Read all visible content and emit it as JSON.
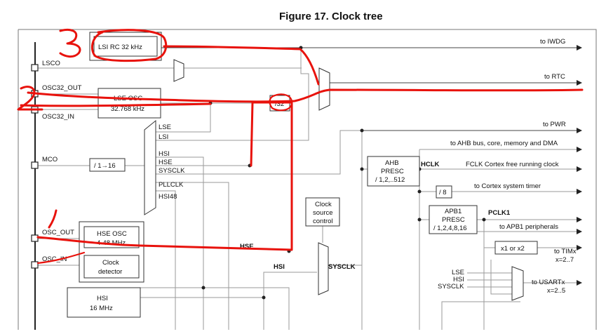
{
  "figure": {
    "title": "Figure 17. Clock tree"
  },
  "oscillators": {
    "lsi": "LSI RC 32 kHz",
    "lse_line1": "LSE OSC",
    "lse_line2": "32.768 kHz",
    "hse_line1": "HSE OSC",
    "hse_line2": "4-48 MHz",
    "clock_detector_line1": "Clock",
    "clock_detector_line2": "detector",
    "hsi_line1": "HSI",
    "hsi_line2": "16 MHz"
  },
  "pins": {
    "lsco": "LSCO",
    "osc32_out": "OSC32_OUT",
    "osc32_in": "OSC32_IN",
    "mco": "MCO",
    "osc_out": "OSC_OUT",
    "osc_in": "OSC_IN"
  },
  "mco_mux_inputs": [
    "LSE",
    "LSI",
    "HSI",
    "HSE",
    "SYSCLK",
    "PLLCLK",
    "HSI48"
  ],
  "blocks": {
    "div32": "/32",
    "mco_div": "/ 1→16",
    "ahb_line1": "AHB",
    "ahb_line2": "PRESC",
    "ahb_line3": "/ 1,2,..512",
    "div8": "/ 8",
    "apb_line1": "APB1",
    "apb_line2": "PRESC",
    "apb_line3": "/ 1,2,4,8,16",
    "x1x2": "x1 or x2",
    "csc_line1": "Clock",
    "csc_line2": "source",
    "csc_line3": "control"
  },
  "signals": {
    "hclk": "HCLK",
    "pclk1": "PCLK1",
    "hse": "HSE",
    "hsi": "HSI",
    "sysclk": "SYSCLK",
    "usart_lse": "LSE",
    "usart_hsi": "HSI",
    "usart_sysclk": "SYSCLK"
  },
  "outputs": {
    "iwdg": "to IWDG",
    "rtc": "to RTC",
    "pwr": "to PWR",
    "ahb": "to AHB bus, core, memory and DMA",
    "fclk": "FCLK Cortex free running clock",
    "systimer": "to Cortex system timer",
    "apb1": "to APB1 peripherals",
    "timx_line1": "to TIMx",
    "timx_line2": "x=2..7",
    "usartx_line1": "to USARTx",
    "usartx_line2": "x=2..5"
  },
  "annotations": {
    "mark_lsi": "3",
    "mark_lse": "2",
    "mark_hse": "1"
  },
  "colors": {
    "annotation": "#e8120c",
    "line": "#444444",
    "background": "#ffffff"
  }
}
